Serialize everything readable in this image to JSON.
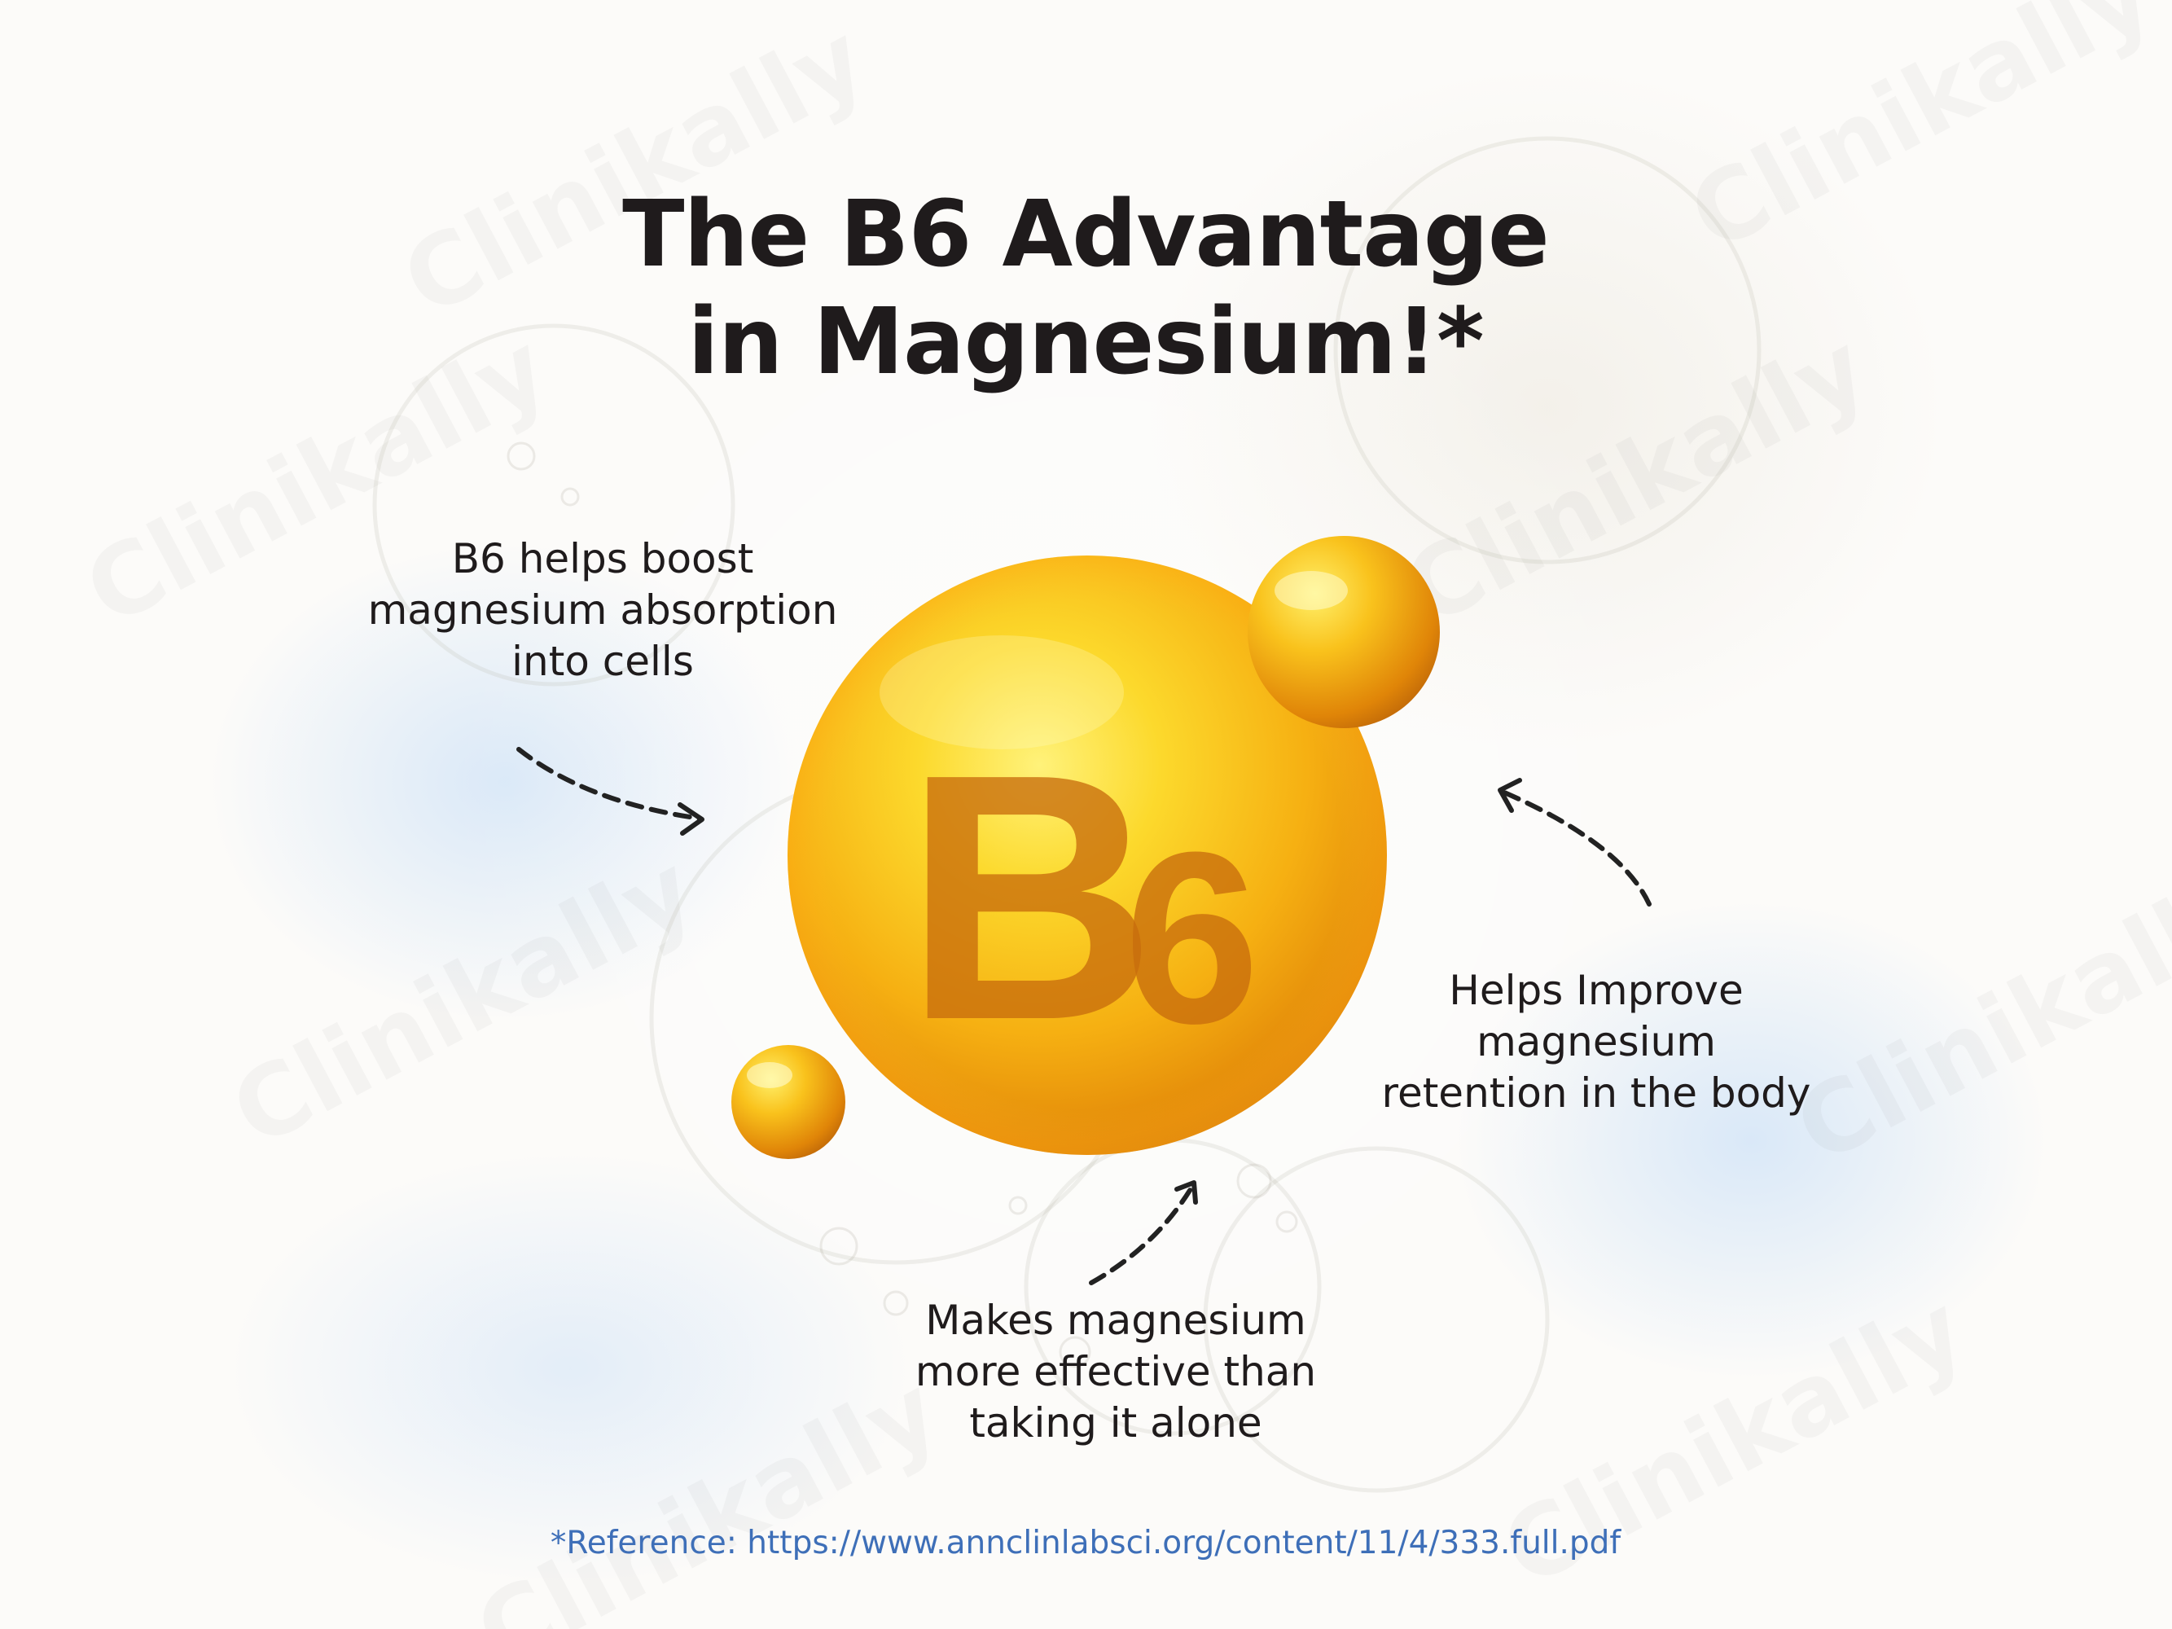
{
  "title": {
    "line1": "The B6 Advantage",
    "line2": "in Magnesium!*"
  },
  "vitamin_badge": {
    "label": "B6",
    "letter": "B",
    "digit": "6",
    "colors": {
      "highlight": "#fde95a",
      "mid": "#f6b515",
      "edge": "#d9790a",
      "text": "#c4690c"
    }
  },
  "benefits": {
    "absorption": {
      "line1": "B6 helps boost",
      "line2": "magnesium absorption",
      "line3": "into cells"
    },
    "retention": {
      "line1": "Helps Improve",
      "line2": "magnesium",
      "line3": "retention in the body"
    },
    "effectiveness": {
      "line1": "Makes magnesium",
      "line2": "more effective than",
      "line3": "taking it alone"
    }
  },
  "reference": {
    "text": "*Reference: https://www.annclinlabsci.org/content/11/4/333.full.pdf"
  },
  "watermark": {
    "text": "Clinikally"
  },
  "colors": {
    "text": "#1f1b1c",
    "link": "#3e6fb8",
    "arrow": "#222222",
    "background_blue": "#cee2f7"
  },
  "icons": [
    "dashed-arrow-icon",
    "vitamin-capsule-icon"
  ]
}
